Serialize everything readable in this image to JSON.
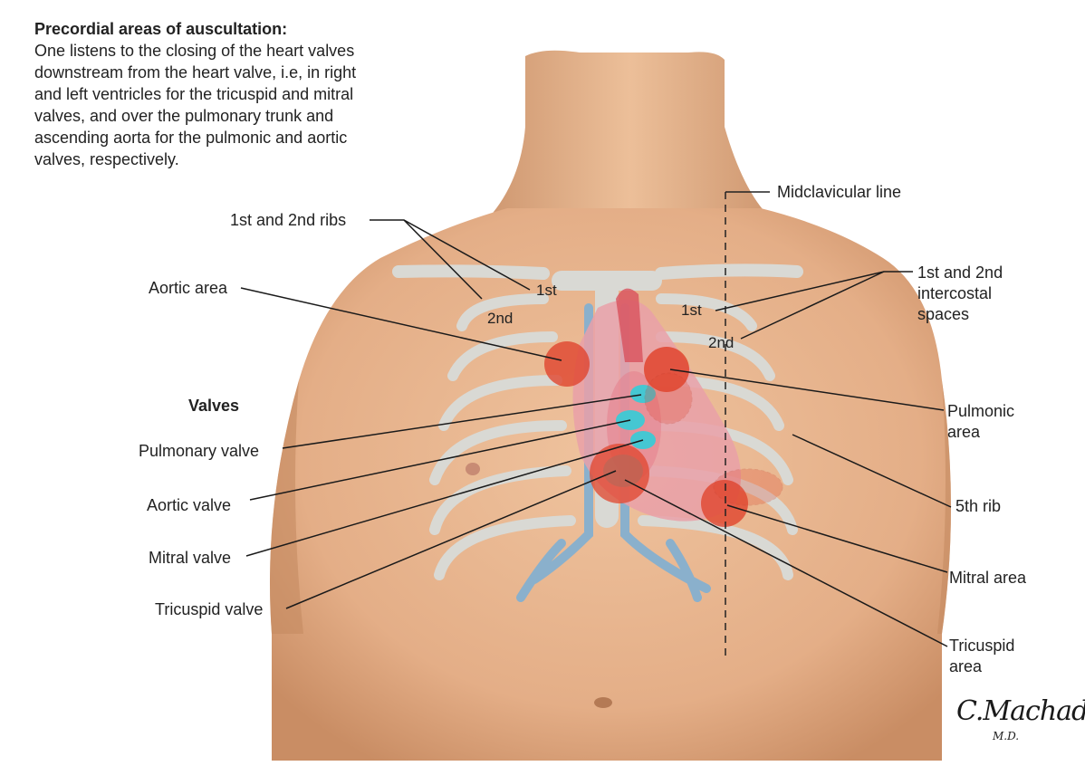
{
  "caption": {
    "title": "Precordial areas of auscultation:",
    "lines": [
      "One listens to the closing of the heart valves",
      "downstream from the heart valve, i.e, in right",
      "and left ventricles for the tricuspid and mitral",
      "valves, and over the pulmonary trunk and",
      "ascending aorta for the pulmonic and aortic",
      "valves, respectively."
    ]
  },
  "labels": {
    "ribs_1_2": "1st and 2nd ribs",
    "aortic_area": "Aortic area",
    "valves_heading": "Valves",
    "pulmonary_valve": "Pulmonary valve",
    "aortic_valve": "Aortic valve",
    "mitral_valve": "Mitral valve",
    "tricuspid_valve": "Tricuspid valve",
    "midclavicular_line": "Midclavicular line",
    "intercostal_1": "1st and 2nd",
    "intercostal_2": "intercostal",
    "intercostal_3": "spaces",
    "pulmonic_area_1": "Pulmonic",
    "pulmonic_area_2": "area",
    "fifth_rib": "5th rib",
    "mitral_area": "Mitral area",
    "tricuspid_area_1": "Tricuspid",
    "tricuspid_area_2": "area"
  },
  "rib_markers": {
    "left_1st": "1st",
    "left_2nd": "2nd",
    "right_1st": "1st",
    "right_2nd": "2nd"
  },
  "signature": {
    "name": "C.Machado",
    "suffix": "M.D."
  },
  "colors": {
    "skin": "#e7b48d",
    "skin_shadow": "#c98d64",
    "bone": "#d8d8d4",
    "heart": "#e9a0a8",
    "vessel_blue": "#8ab0cc",
    "valve_cyan": "#45c7d2",
    "area_red": "#e0452e"
  }
}
